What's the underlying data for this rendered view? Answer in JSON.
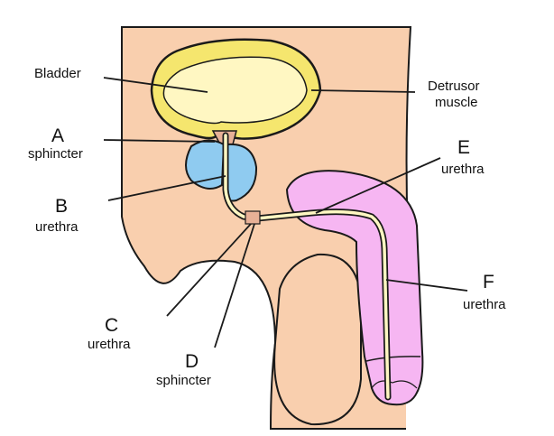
{
  "colors": {
    "skin": "#f9cfae",
    "bladder_wall": "#f5e66e",
    "bladder_inner": "#fff7c2",
    "prostate": "#8fcbf0",
    "penis": "#f6b6f2",
    "urethra": "#e8b197",
    "outline": "#1a1a1a"
  },
  "labels": {
    "bladder": "Bladder",
    "detrusor_line1": "Detrusor",
    "detrusor_line2": "muscle",
    "a_letter": "A",
    "a_word": "sphincter",
    "b_letter": "B",
    "b_word": "urethra",
    "c_letter": "C",
    "c_word": "urethra",
    "d_letter": "D",
    "d_word": "sphincter",
    "e_letter": "E",
    "e_word": "urethra",
    "f_letter": "F",
    "f_word": "urethra"
  }
}
